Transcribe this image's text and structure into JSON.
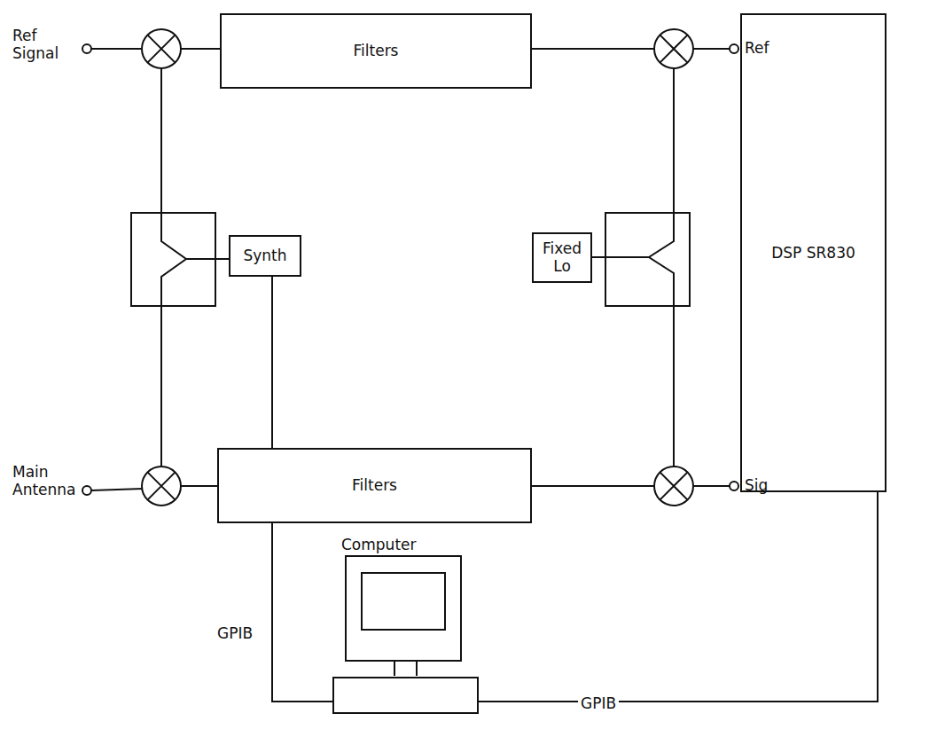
{
  "diagram": {
    "nodes": [
      {
        "text": [
          "Filters"
        ]
      },
      {
        "text": [
          "Synth"
        ]
      },
      {
        "text": [
          "Fixed Lo"
        ]
      },
      {
        "text": [
          "DSP SR830"
        ]
      },
      {
        "text": [
          "Filters"
        ]
      },
      {
        "text": [
          "Computer"
        ]
      }
    ],
    "edges": [
      {
        "from": 1,
        "to": 5,
        "label": "GPIB",
        "arrow": "none"
      },
      {
        "from": 3,
        "to": 5,
        "label": "GPIB",
        "arrow": "none"
      }
    ],
    "labels": [
      "Ref Signal",
      "Main Antenna",
      "Ref",
      "Sig"
    ]
  }
}
